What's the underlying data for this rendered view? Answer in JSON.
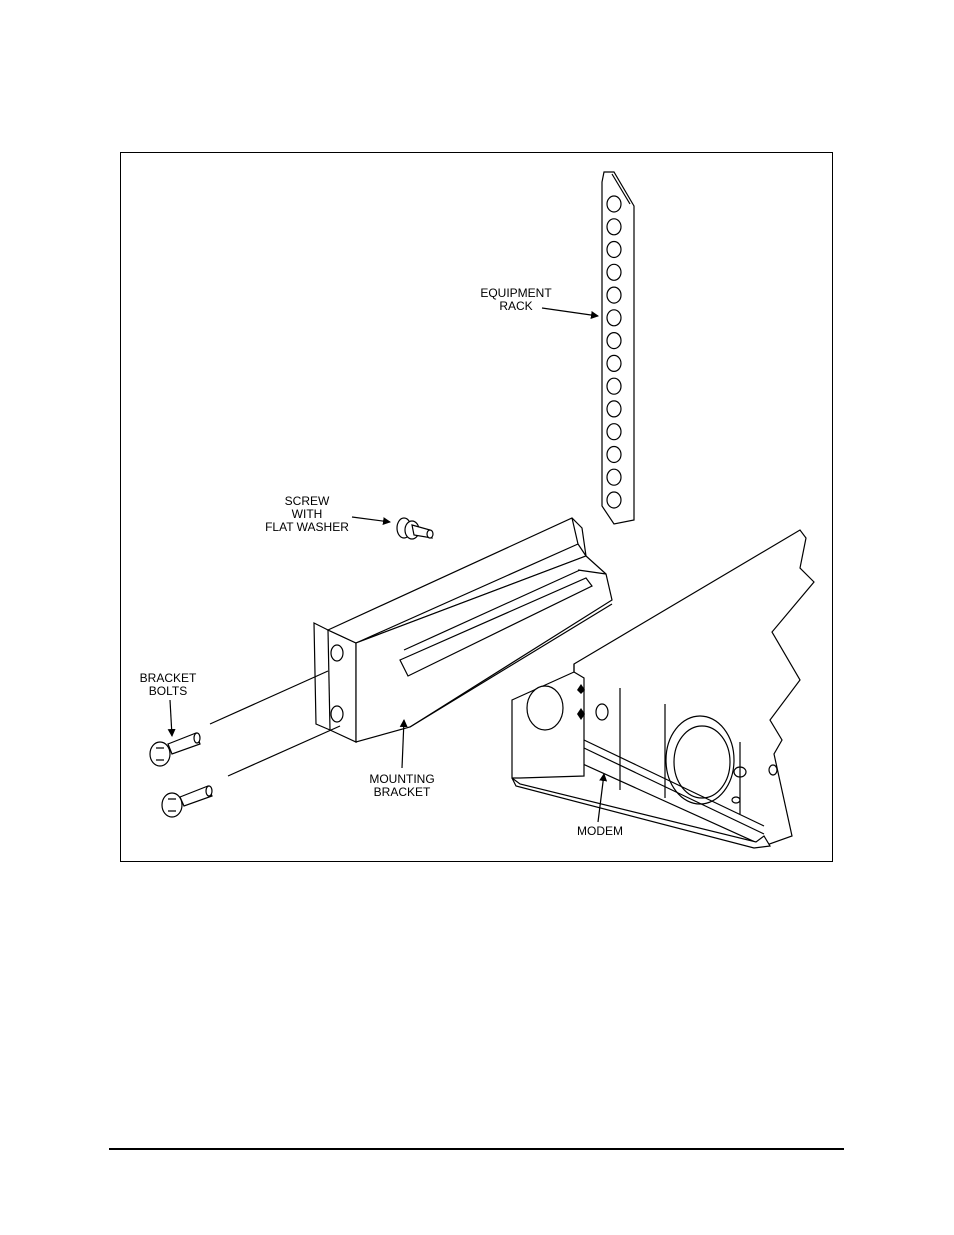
{
  "figure": {
    "labels": {
      "equipment_rack": [
        "EQUIPMENT",
        "RACK"
      ],
      "screw": [
        "SCREW",
        "WITH",
        "FLAT WASHER"
      ],
      "bracket_bolts": [
        "BRACKET",
        "BOLTS"
      ],
      "mounting_bracket": [
        "MOUNTING",
        "BRACKET"
      ],
      "modem": [
        "MODEM"
      ]
    },
    "rack_hole_count": 14
  }
}
